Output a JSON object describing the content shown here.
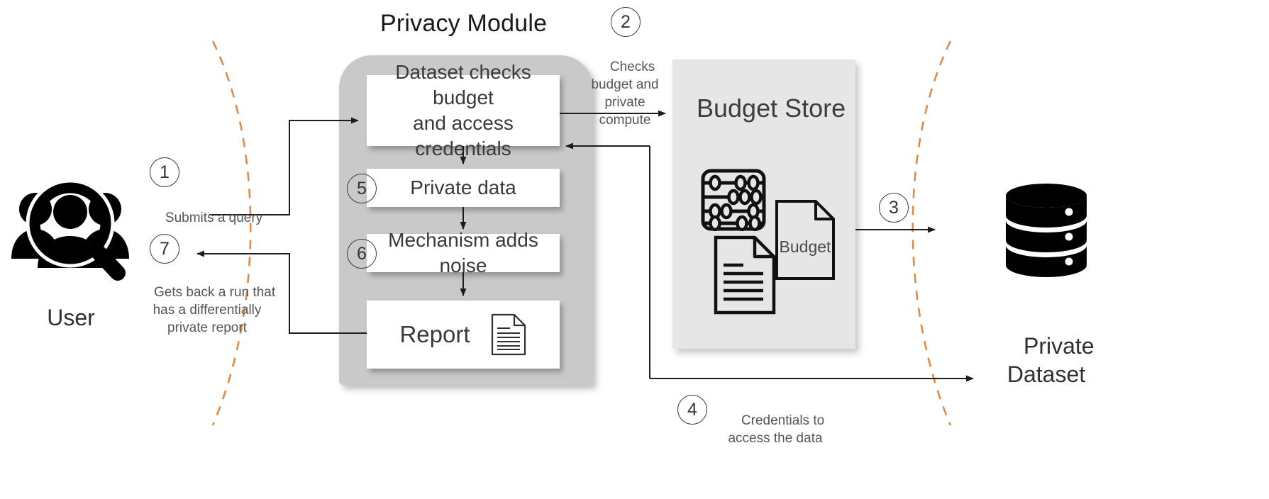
{
  "diagram": {
    "title": "Privacy Module",
    "background": "#ffffff",
    "accent_dashed": "#e08a47",
    "module_fill": "#c9c9c9",
    "store_fill": "#e6e6e6",
    "box_fill": "#ffffff",
    "line_color": "#2b2b2b"
  },
  "actors": {
    "user": {
      "label": "User",
      "icon": "users-search-icon"
    },
    "dataset": {
      "label": "Private\nDataset",
      "label_line1": "Private",
      "label_line2": "Dataset",
      "icon": "database-cylinder-icon"
    }
  },
  "module": {
    "title": "Privacy Module",
    "boxes": [
      {
        "id": "check",
        "text": "Dataset checks budget\nand access credentials",
        "line1": "Dataset checks budget",
        "line2": "and access credentials",
        "step": null
      },
      {
        "id": "private-data",
        "text": "Private data",
        "step": "5"
      },
      {
        "id": "mechanism",
        "text": "Mechanism adds noise",
        "step": "6"
      },
      {
        "id": "report",
        "text": "Report",
        "step": null,
        "icon": "document-lines-icon"
      }
    ]
  },
  "budget_store": {
    "title": "Budget Store",
    "icons": [
      {
        "name": "abacus-icon",
        "rows": 4
      },
      {
        "name": "budget-document-icon",
        "label": "Budget"
      },
      {
        "name": "document-lines-icon",
        "lines": 6
      }
    ]
  },
  "steps": [
    {
      "number": "1",
      "text": "Submits a query",
      "lines": [
        "Submits a query"
      ]
    },
    {
      "number": "2",
      "text": "Checks budget and private compute",
      "lines": [
        "Checks",
        "budget and",
        "private",
        "compute"
      ]
    },
    {
      "number": "3",
      "text": "",
      "lines": []
    },
    {
      "number": "4",
      "text": "Credentials to access the data",
      "lines": [
        "Credentials to",
        "access the data"
      ]
    },
    {
      "number": "5",
      "text": "Private data",
      "lines": []
    },
    {
      "number": "6",
      "text": "Mechanism adds noise",
      "lines": []
    },
    {
      "number": "7",
      "text": "Gets back a run that has a differentially private report",
      "lines": [
        "Gets back a run that",
        "has a differentially",
        "private report"
      ]
    }
  ]
}
